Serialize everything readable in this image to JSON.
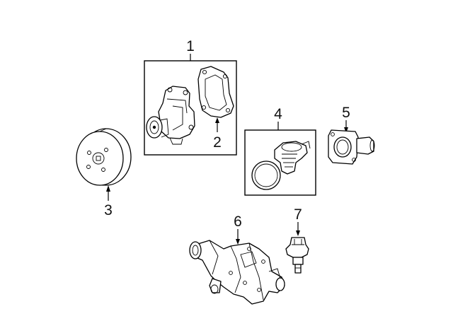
{
  "diagram": {
    "callouts": [
      "1",
      "2",
      "3",
      "4",
      "5",
      "6",
      "7"
    ],
    "parts": [
      {
        "callout": "1",
        "icon": "water-pump-assembly-icon"
      },
      {
        "callout": "2",
        "icon": "pump-gasket-icon"
      },
      {
        "callout": "3",
        "icon": "pump-pulley-icon"
      },
      {
        "callout": "4",
        "icon": "thermostat-icon"
      },
      {
        "callout": "5",
        "icon": "water-outlet-icon"
      },
      {
        "callout": "6",
        "icon": "thermostat-housing-icon"
      },
      {
        "callout": "7",
        "icon": "temperature-sensor-icon"
      }
    ],
    "colors": {
      "line": "#000000",
      "background": "#ffffff"
    }
  }
}
